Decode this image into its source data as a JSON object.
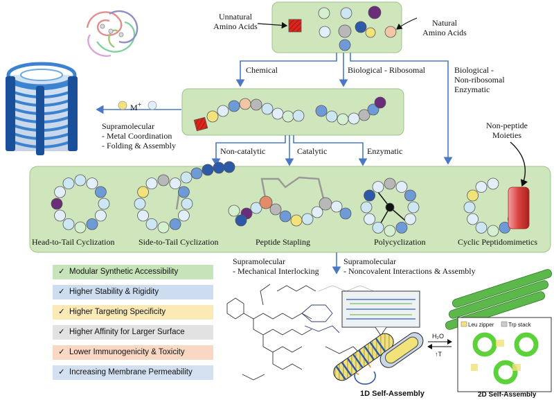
{
  "top_labels": {
    "unnatural": "Unnatural\nAmino Acids",
    "natural": "Natural\nAmino Acids"
  },
  "routes": {
    "chemical": "Chemical",
    "ribosomal": "Biological - Ribosomal",
    "nonribosomal": "Biological -\nNon-ribosomal\nEnzymatic"
  },
  "metal": {
    "ion": "M",
    "charge": "+"
  },
  "supramolecular_left": "Supramolecular\n- Metal Coordination\n- Folding & Assembly",
  "cyclization_routes": {
    "noncatalytic": "Non-catalytic",
    "catalytic": "Catalytic",
    "enzymatic": "Enzymatic"
  },
  "nonpeptide": "Non-peptide\nMoieties",
  "cyclic_types": [
    "Head-to-Tail Cyclization",
    "Side-to-Tail Cyclization",
    "Peptide Stapling",
    "Polycyclization",
    "Cyclic Peptidomimetics"
  ],
  "benefits": [
    {
      "text": "Modular Synthetic Accessibility",
      "color": "#c7e3b9"
    },
    {
      "text": "Higher Stability & Rigidity",
      "color": "#cddcef"
    },
    {
      "text": "Higher Targeting Specificity",
      "color": "#fbe9b6"
    },
    {
      "text": "Higher Affinity for Larger Surface",
      "color": "#e2e2e2"
    },
    {
      "text": "Lower Immunogenicity & Toxicity",
      "color": "#f9d8c3"
    },
    {
      "text": "Increasing Membrane Permeability",
      "color": "#d3e0f0"
    }
  ],
  "check": "✓",
  "supramolecular_mech": "Supramolecular\n- Mechanical Interlocking",
  "supramolecular_nonco": "Supramolecular\n- Noncovalent Interactions & Assembly",
  "assembly": {
    "one_d": "1D Self-Assembly",
    "two_d": "2D Self-Assembly",
    "h2o": "H₂O",
    "temp": "↑T",
    "leu": "Leu zipper",
    "trp": "Trp stack"
  },
  "colors": {
    "panel": "#cfe6bd",
    "panel_edge": "#9bc48a",
    "arrow": "#4a78c2",
    "unnatural": "#d8261c"
  }
}
